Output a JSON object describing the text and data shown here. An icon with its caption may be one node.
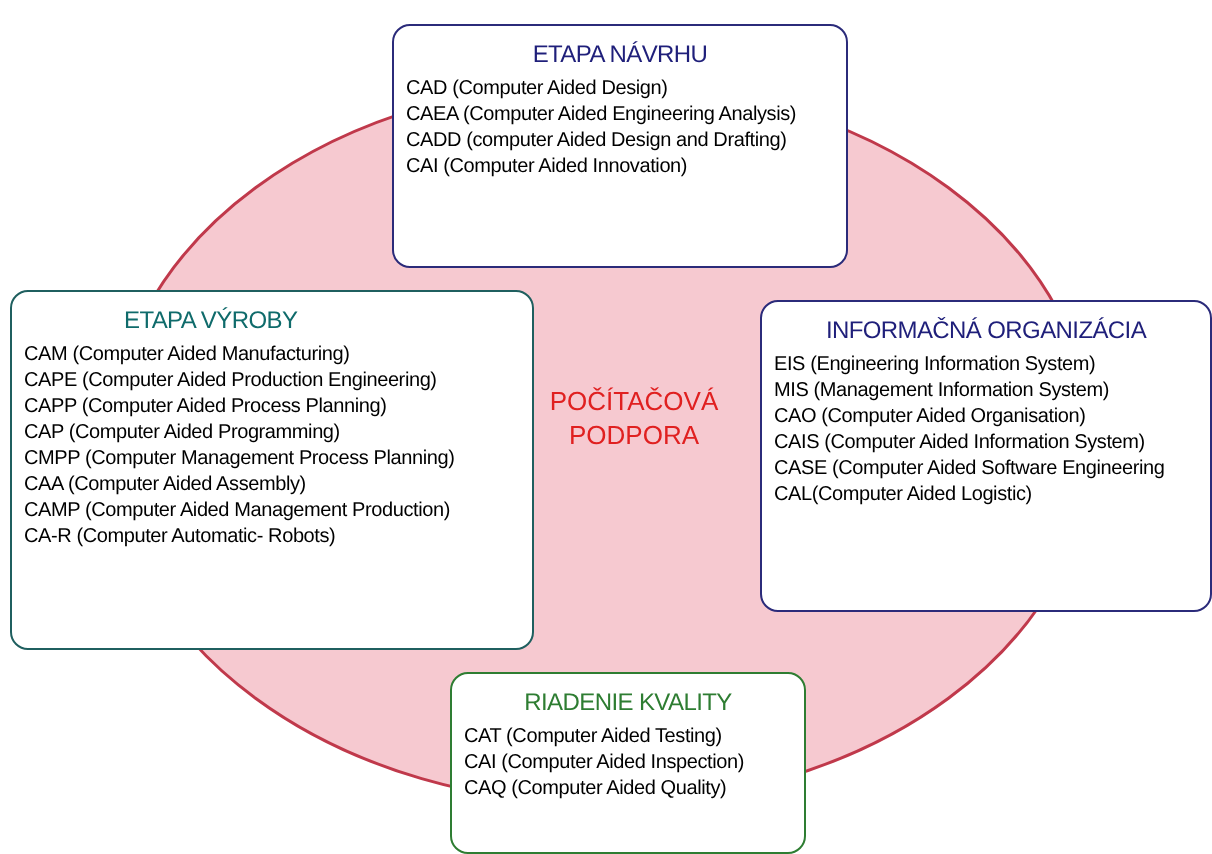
{
  "diagram": {
    "nodes": [
      {
        "text": [
          "ETAPA NÁVRHU",
          "CAD (Computer Aided Design)",
          "CAEA (Computer Aided Engineering Analysis)",
          "CADD (computer Aided Design and Drafting)",
          "CAI (Computer Aided Innovation)"
        ]
      },
      {
        "text": [
          "ETAPA VÝROBY",
          "CAM (Computer Aided Manufacturing)",
          "CAPE (Computer Aided Production Engineering)",
          "CAPP (Computer Aided Process Planning)",
          "CAP (Computer Aided Programming)",
          "CMPP (Computer Management Process Planning)",
          "CAA (Computer Aided Assembly)",
          "CAMP (Computer Aided Management Production)",
          "CA-R (Computer Automatic- Robots)"
        ]
      },
      {
        "text": [
          "POČÍTAČOVÁ PODPORA"
        ]
      },
      {
        "text": [
          "INFORMAČNÁ ORGANIZÁCIA",
          "EIS (Engineering Information System)",
          "MIS (Management Information System)",
          "CAO (Computer Aided Organisation)",
          "CAIS (Computer Aided Information System)",
          "CASE (Computer Aided Software Engineering",
          "CAL(Computer Aided Logistic)"
        ]
      },
      {
        "text": [
          "RIADENIE KVALITY",
          "CAT (Computer Aided Testing)",
          "CAI (Computer Aided Inspection)",
          "CAQ (Computer Aided Quality)"
        ]
      }
    ]
  }
}
